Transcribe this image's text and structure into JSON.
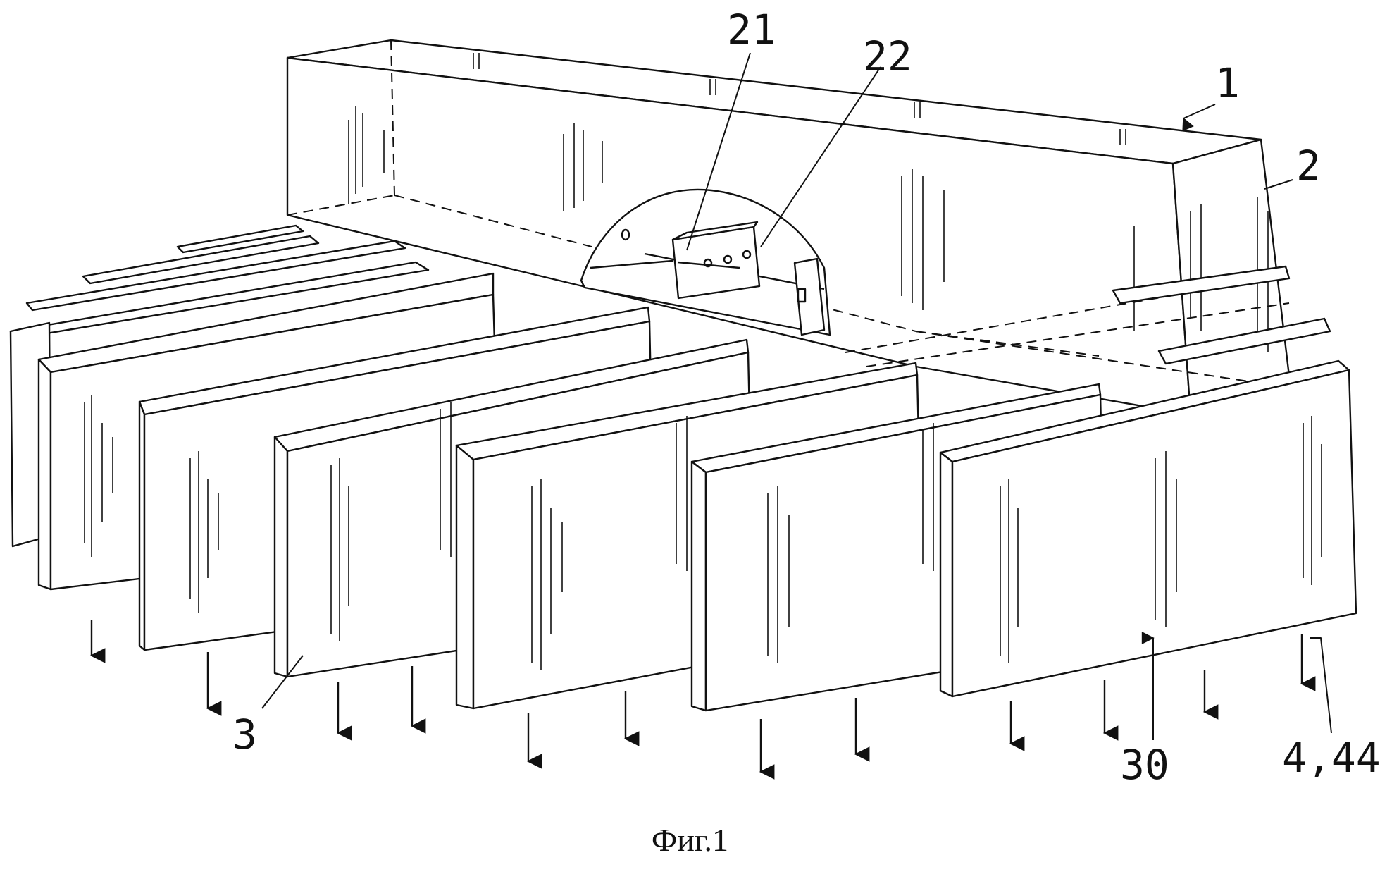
{
  "figure": {
    "caption": "Фиг.1",
    "labels": {
      "housing": "1",
      "housing_side": "2",
      "plate": "3",
      "sensor_21": "21",
      "sensor_22": "22",
      "mark_30": "30",
      "mark_4_44": "4,44"
    }
  },
  "colors": {
    "line": "#111111",
    "background": "#ffffff"
  }
}
